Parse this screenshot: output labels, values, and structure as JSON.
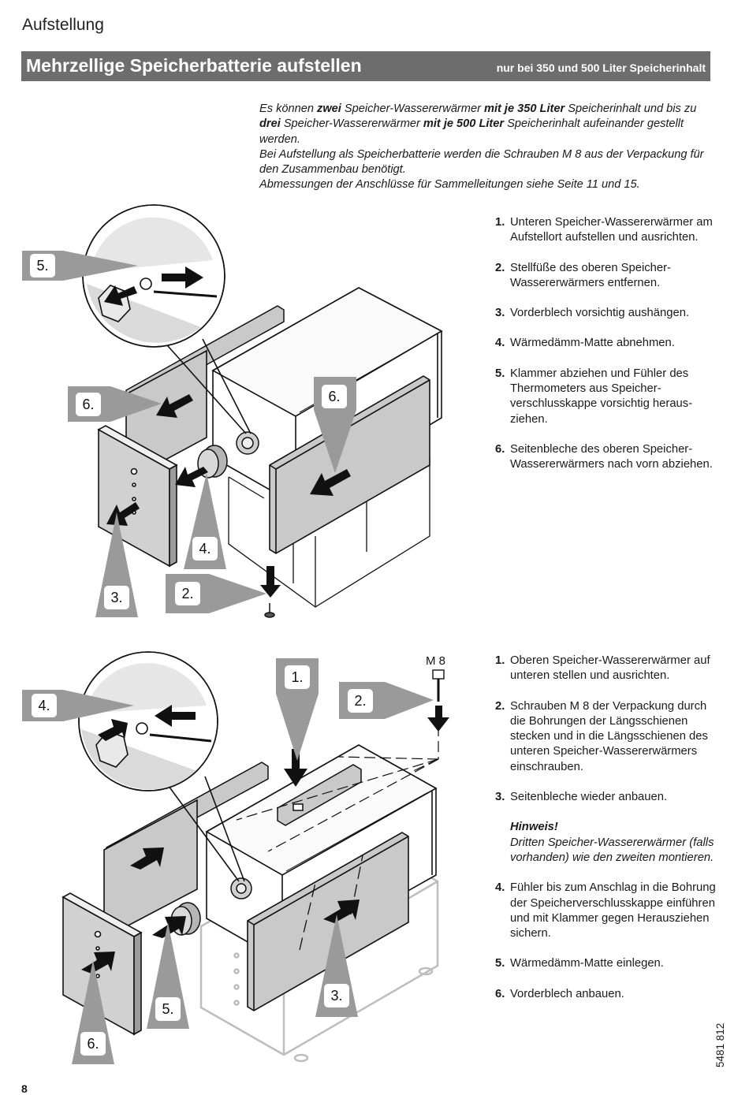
{
  "header": {
    "section": "Aufstellung",
    "title": "Mehrzellige Speicherbatterie aufstellen",
    "title_note": "nur bei 350 und 500 Liter Speicherinhalt"
  },
  "intro": {
    "p1_a": "Es können ",
    "p1_b": "zwei",
    "p1_c": " Speicher-Wassererwärmer ",
    "p1_d": "mit je 350 Liter",
    "p1_e": " Speicherinhalt und bis zu ",
    "p1_f": "drei",
    "p1_g": " Speicher-Wassererwärmer ",
    "p1_h": "mit je 500 Liter",
    "p1_i": " Speicherinhalt aufeinander gestellt werden.",
    "p2": "Bei Aufstellung als Speicherbatterie werden die Schrauben M 8 aus der Verpackung für den Zusammenbau benötigt.",
    "p3": "Abmessungen der Anschlüsse für Sammelleitungen siehe Seite 11 und 15."
  },
  "figure1": {
    "callouts": [
      "5.",
      "6.",
      "6.",
      "4.",
      "3.",
      "2."
    ]
  },
  "steps1": [
    {
      "num": "1.",
      "text": "Unteren Speicher-Wassererwärmer am Aufstellort aufstellen und aus­richten."
    },
    {
      "num": "2.",
      "text": "Stellfüße des oberen Speicher-Wassererwärmers entfernen."
    },
    {
      "num": "3.",
      "text": "Vorderblech vorsichtig aushängen."
    },
    {
      "num": "4.",
      "text": "Wärmedämm-Matte abnehmen."
    },
    {
      "num": "5.",
      "text": "Klammer abziehen und Fühler des Thermometers aus Speicher­verschlusskappe vorsichtig heraus­ziehen."
    },
    {
      "num": "6.",
      "text": "Seitenbleche des oberen Speicher-Wassererwärmers nach vorn abziehen."
    }
  ],
  "figure2": {
    "callouts": [
      "1.",
      "2.",
      "4.",
      "5.",
      "6.",
      "3."
    ],
    "screw_label": "M 8"
  },
  "steps2": [
    {
      "num": "1.",
      "text": "Oberen Speicher-Wassererwärmer auf unteren stellen und ausrichten."
    },
    {
      "num": "2.",
      "text": "Schrauben M 8 der Verpackung durch die Bohrungen der Längs­schienen stecken und in die Längs­schienen des unteren Speicher-Wassererwärmers einschrauben."
    },
    {
      "num": "3.",
      "text": "Seitenbleche wieder anbauen."
    }
  ],
  "note": {
    "head": "Hinweis!",
    "text": "Dritten Speicher-Wassererwärmer (falls vorhanden) wie den zweiten montieren."
  },
  "steps3": [
    {
      "num": "4.",
      "text": "Fühler bis zum Anschlag in die Bohrung der Speicherverschluss­kappe einführen und mit Klammer gegen Herausziehen sichern."
    },
    {
      "num": "5.",
      "text": "Wärmedämm-Matte einlegen."
    },
    {
      "num": "6.",
      "text": "Vorderblech anbauen."
    }
  ],
  "footer": {
    "page": "8",
    "doc_number": "5481 812"
  },
  "colors": {
    "title_bar": "#6d6d6d",
    "panel": "#c9c9c9",
    "callout": "#9a9a9a"
  }
}
